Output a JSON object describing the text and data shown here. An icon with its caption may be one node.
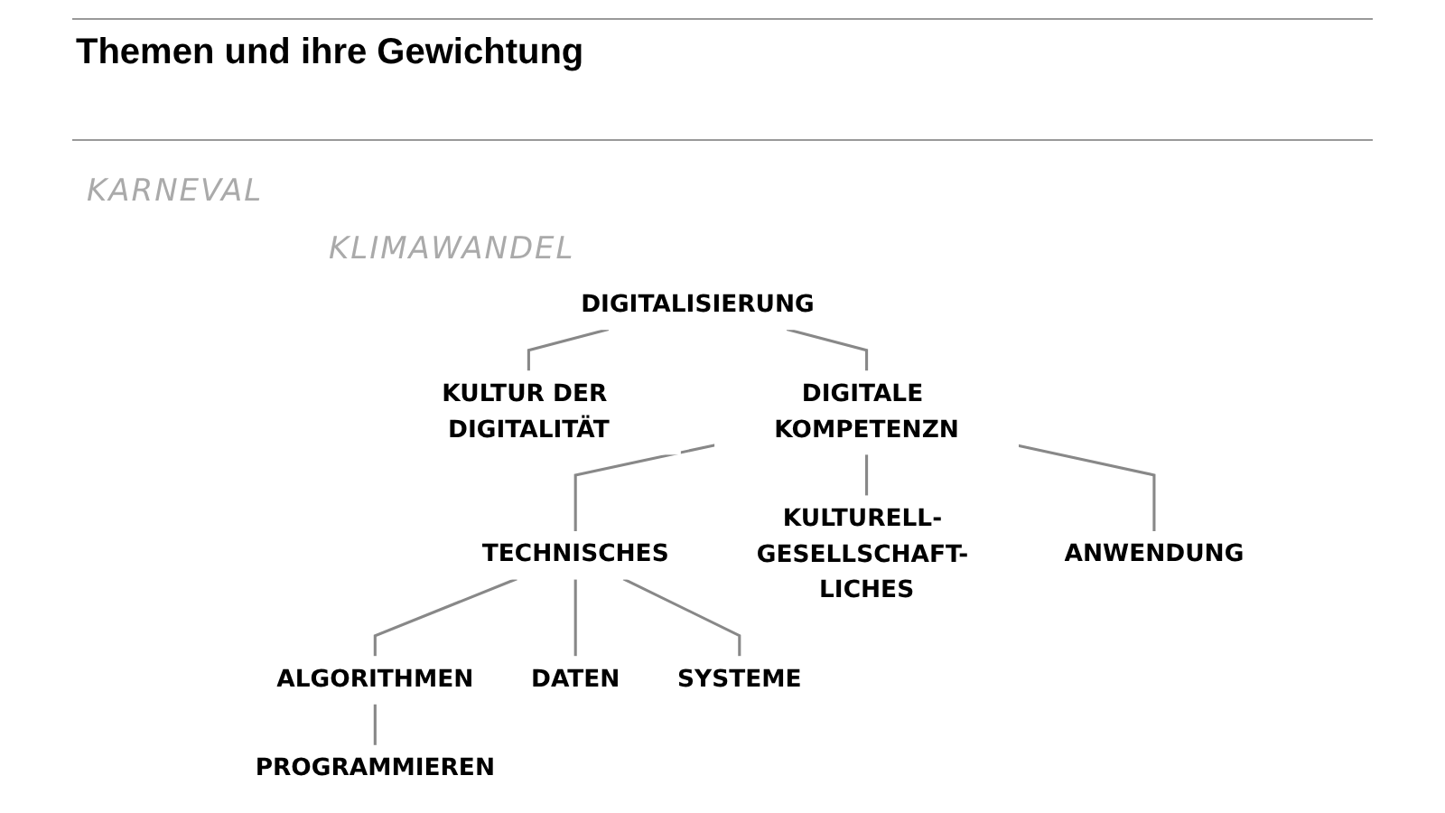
{
  "diagram": {
    "title": "Themen und ihre Gewichtung",
    "nodes": [
      {
        "text": [
          "DIGITALISIERUNG"
        ]
      },
      {
        "text": [
          "KULTUR DER DIGITALITÄT"
        ]
      },
      {
        "text": [
          "DIGITALE KOMPETENZN"
        ]
      },
      {
        "text": [
          "TECHNISCHES"
        ]
      },
      {
        "text": [
          "KULTURELL- GESELLSCHAFT- LICHES"
        ]
      },
      {
        "text": [
          "ANWENDUNG"
        ]
      },
      {
        "text": [
          "ALGORITHMEN"
        ]
      },
      {
        "text": [
          "DATEN"
        ]
      },
      {
        "text": [
          "SYSTEME"
        ]
      },
      {
        "text": [
          "PROGRAMMIEREN"
        ]
      }
    ],
    "edges": [
      {
        "from": 0,
        "to": 1,
        "arrow": "none"
      },
      {
        "from": 0,
        "to": 2,
        "arrow": "none"
      },
      {
        "from": 2,
        "to": 3,
        "arrow": "none"
      },
      {
        "from": 2,
        "to": 4,
        "arrow": "none"
      },
      {
        "from": 2,
        "to": 5,
        "arrow": "none"
      },
      {
        "from": 3,
        "to": 6,
        "arrow": "none"
      },
      {
        "from": 3,
        "to": 7,
        "arrow": "none"
      },
      {
        "from": 3,
        "to": 8,
        "arrow": "none"
      },
      {
        "from": 6,
        "to": 9,
        "arrow": "none"
      }
    ],
    "labels": [
      "KARNEVAL",
      "KLIMAWANDEL"
    ]
  }
}
